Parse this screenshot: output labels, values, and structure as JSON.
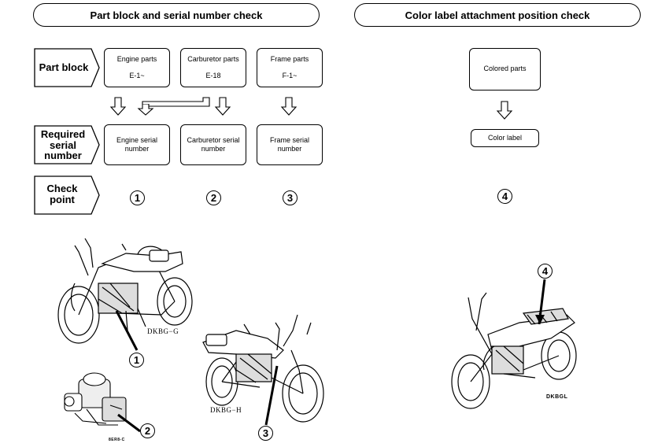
{
  "left_panel": {
    "title": "Part block and serial number check",
    "row_labels": {
      "part_block": "Part block",
      "required_serial": "Required serial number",
      "check_point": "Check point"
    },
    "part_blocks": [
      {
        "name": "Engine parts",
        "code": "E-1~"
      },
      {
        "name": "Carburetor parts",
        "code": "E-18"
      },
      {
        "name": "Frame parts",
        "code": "F-1~"
      }
    ],
    "serial_numbers": [
      "Engine serial number",
      "Carburetor serial number",
      "Frame serial number"
    ],
    "check_points": [
      "1",
      "2",
      "3"
    ]
  },
  "right_panel": {
    "title": "Color label attachment position check",
    "colored_parts": "Colored parts",
    "color_label": "Color label",
    "check_point": "4"
  },
  "illustrations": {
    "engine_bike_caption": "DKBG−G",
    "frame_bike_caption": "DKBG−H",
    "color_bike_caption": "DKBGL",
    "carburetor_caption": "8ER8-C",
    "markers": [
      "1",
      "2",
      "3",
      "4"
    ]
  }
}
